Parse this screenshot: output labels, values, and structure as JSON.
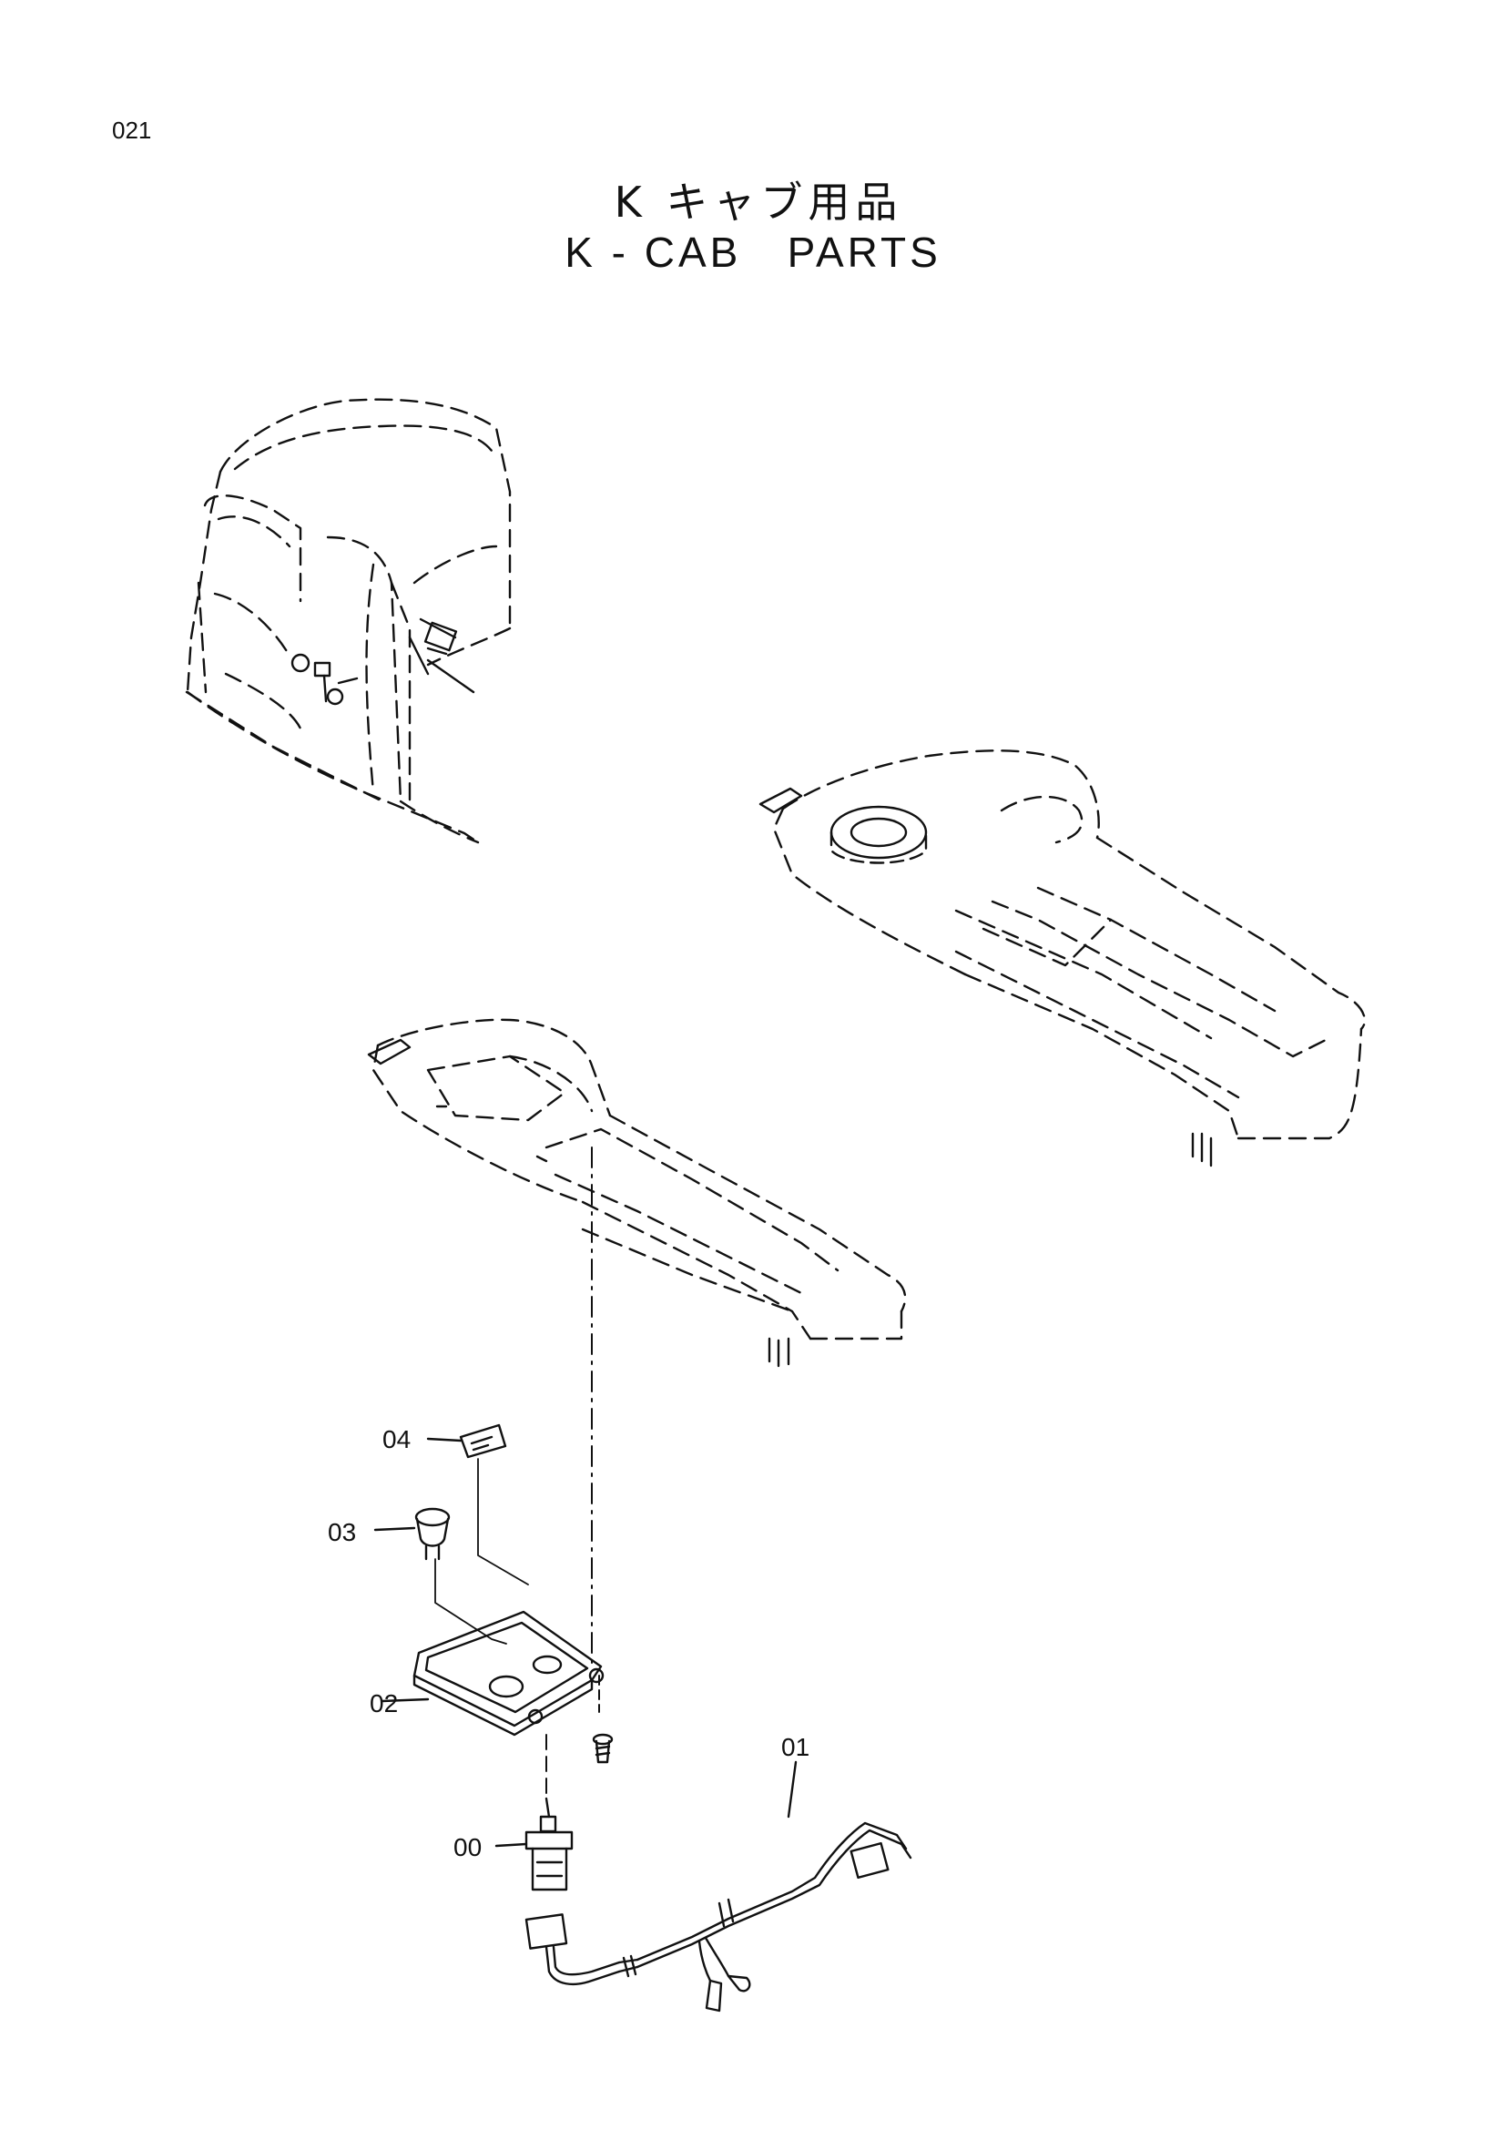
{
  "page": {
    "number": "021"
  },
  "title": {
    "jp": "K キャブ用品",
    "en": "K - CAB   PARTS"
  },
  "callouts": [
    {
      "id": "00",
      "label": "00"
    },
    {
      "id": "01",
      "label": "01"
    },
    {
      "id": "02",
      "label": "02"
    },
    {
      "id": "03",
      "label": "03"
    },
    {
      "id": "04",
      "label": "04"
    }
  ]
}
